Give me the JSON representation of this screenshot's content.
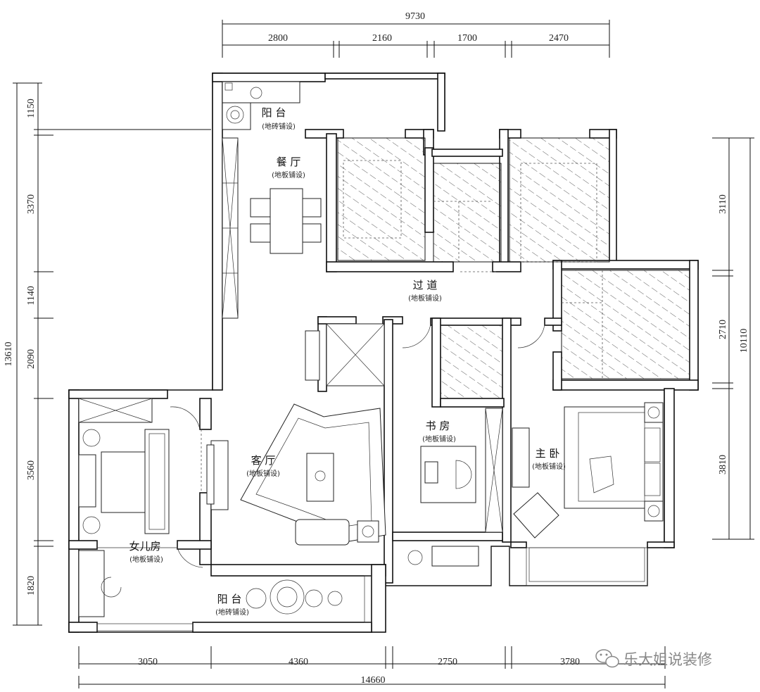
{
  "dimensions": {
    "top_total": "9730",
    "top_segments": [
      "2800",
      "2160",
      "1700",
      "2470"
    ],
    "left_total": "13610",
    "left_segments": [
      "1150",
      "3370",
      "1140",
      "2090",
      "3560",
      "1820"
    ],
    "right_total": "10110",
    "right_segments": [
      "3110",
      "2710",
      "3810"
    ],
    "bottom_total": "14660",
    "bottom_segments": [
      "3050",
      "4360",
      "2750",
      "3780"
    ]
  },
  "rooms": {
    "balcony_top": {
      "name": "阳 台",
      "floor": "(地砖铺设)"
    },
    "dining": {
      "name": "餐 厅",
      "floor": "(地板铺设)"
    },
    "corridor": {
      "name": "过 道",
      "floor": "(地板铺设)"
    },
    "living": {
      "name": "客 厅",
      "floor": "(地板铺设)"
    },
    "study": {
      "name": "书 房",
      "floor": "(地板铺设)"
    },
    "master": {
      "name": "主 卧",
      "floor": "(地板铺设)"
    },
    "daughter": {
      "name": "女儿房",
      "floor": "(地板铺设)"
    },
    "balcony_bottom": {
      "name": "阳 台",
      "floor": "(地砖铺设)"
    }
  },
  "watermark": "乐大姐说装修",
  "icons": {
    "watermark_icon": "wechat-icon"
  }
}
